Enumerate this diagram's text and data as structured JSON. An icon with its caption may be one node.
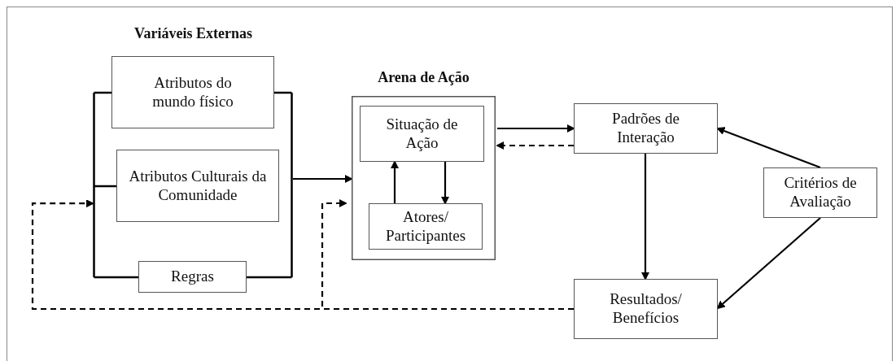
{
  "diagram": {
    "nodes": [
      {
        "text": [
          "Variáveis Externas"
        ]
      },
      {
        "text": [
          "Atributos do mundo físico"
        ],
        "in": 0
      },
      {
        "text": [
          "Atributos Culturais da Comunidade"
        ],
        "in": 0
      },
      {
        "text": [
          "Regras"
        ],
        "in": 0
      },
      {
        "text": [
          "Arena de Ação"
        ]
      },
      {
        "text": [
          "Situação de Ação"
        ],
        "in": 4
      },
      {
        "text": [
          "Atores/ Participantes"
        ],
        "in": 4
      },
      {
        "text": [
          "Padrões de Interação"
        ]
      },
      {
        "text": [
          "Critérios de Avaliação"
        ]
      },
      {
        "text": [
          "Resultados/ Benefícios"
        ]
      }
    ],
    "edges": [
      {
        "from": 0,
        "to": 4,
        "arrow": "to"
      },
      {
        "from": 6,
        "to": 5,
        "arrow": "to"
      },
      {
        "from": 5,
        "to": 6,
        "arrow": "to"
      },
      {
        "from": 4,
        "to": 7,
        "arrow": "to"
      },
      {
        "from": 7,
        "to": 4,
        "arrow": "to",
        "style": "dashed"
      },
      {
        "from": 7,
        "to": 9,
        "arrow": "to"
      },
      {
        "from": 8,
        "to": 7,
        "arrow": "to"
      },
      {
        "from": 8,
        "to": 9,
        "arrow": "to"
      },
      {
        "from": 9,
        "to": 0,
        "arrow": "to",
        "style": "dashed"
      },
      {
        "from": 9,
        "to": 4,
        "arrow": "to",
        "style": "dashed"
      }
    ]
  }
}
